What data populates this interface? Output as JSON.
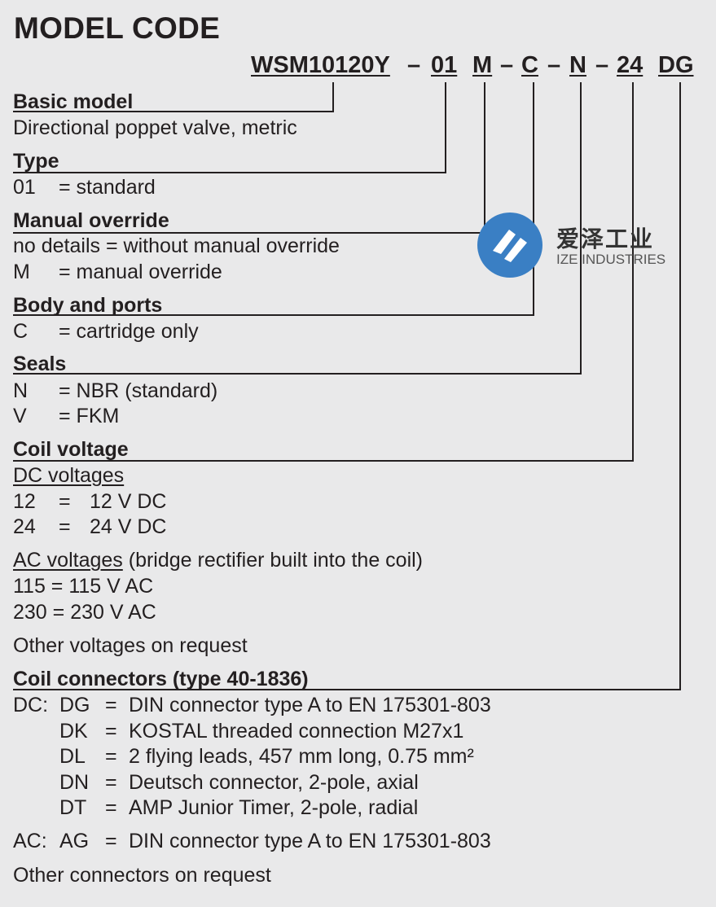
{
  "title": "MODEL CODE",
  "code": {
    "segments": [
      "WSM10120Y",
      "01",
      "M",
      "C",
      "N",
      "24",
      "DG"
    ],
    "separator": "–"
  },
  "sections": {
    "basic_model": {
      "heading": "Basic model",
      "lines": [
        "Directional poppet valve, metric"
      ]
    },
    "type": {
      "heading": "Type",
      "lines": [
        "01   = standard"
      ]
    },
    "manual_override": {
      "heading": "Manual override",
      "lines": [
        "no details = without manual override",
        "M    = manual override"
      ]
    },
    "body_ports": {
      "heading": "Body and ports",
      "lines": [
        "C    = cartridge only"
      ]
    },
    "seals": {
      "heading": "Seals",
      "lines": [
        "N    = NBR (standard)",
        "V    = FKM"
      ]
    },
    "coil_voltage": {
      "heading": "Coil voltage",
      "dc_label": "DC voltages",
      "dc_lines": [
        "12  =   12 V DC",
        "24  =   24 V DC"
      ],
      "ac_label": "AC voltages",
      "ac_note": " (bridge rectifier built into the coil)",
      "ac_lines": [
        "115 = 115 V AC",
        "230 = 230 V AC"
      ],
      "other": "Other voltages on request"
    },
    "coil_connectors": {
      "heading": "Coil connectors (type 40-1836)",
      "dc_lines": [
        "DC: DG  =  DIN connector type A to EN 175301-803",
        "DK  =  KOSTAL threaded connection M27x1",
        "DL  =  2 flying leads, 457 mm long, 0.75 mm²",
        "DN  =  Deutsch connector, 2-pole, axial",
        "DT  =  AMP Junior Timer, 2-pole, radial"
      ],
      "ac_line": "AC: AG  =  DIN connector type A to EN 175301-803",
      "other": "Other connectors on request"
    }
  },
  "watermark": {
    "cn": "爱泽工业",
    "en": "IZE INDUSTRIES",
    "color": "#3a7fc4"
  }
}
